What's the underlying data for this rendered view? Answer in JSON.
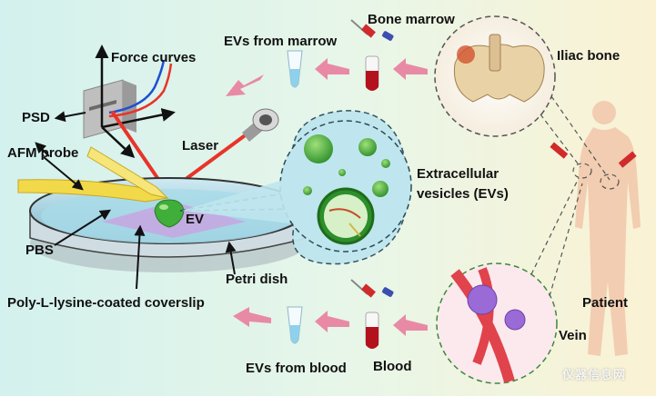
{
  "labels": {
    "bone_marrow": "Bone marrow",
    "evs_from_marrow": "EVs from marrow",
    "force_curves": "Force curves",
    "iliac_bone": "Iliac bone",
    "psd": "PSD",
    "laser": "Laser",
    "afm_probe": "AFM probe",
    "extracellular_vesicles": "Extracellular",
    "extracellular_vesicles_2": "vesicles (EVs)",
    "ev": "EV",
    "pbs": "PBS",
    "petri_dish": "Petri dish",
    "coverslip": "Poly-L-lysine-coated coverslip",
    "patient": "Patient",
    "vein": "Vein",
    "evs_from_blood": "EVs from blood",
    "blood": "Blood"
  },
  "watermark": "仪器信息网",
  "colors": {
    "background_left": "#d6f3ef",
    "background_right": "#fbf3d6",
    "laser": "#e8342a",
    "probe": "#f2d94a",
    "ev_green": "#3fae3a",
    "blood_red": "#b3121c",
    "arrow_pink": "#e88aa6",
    "callout": "#bfe6ee"
  }
}
